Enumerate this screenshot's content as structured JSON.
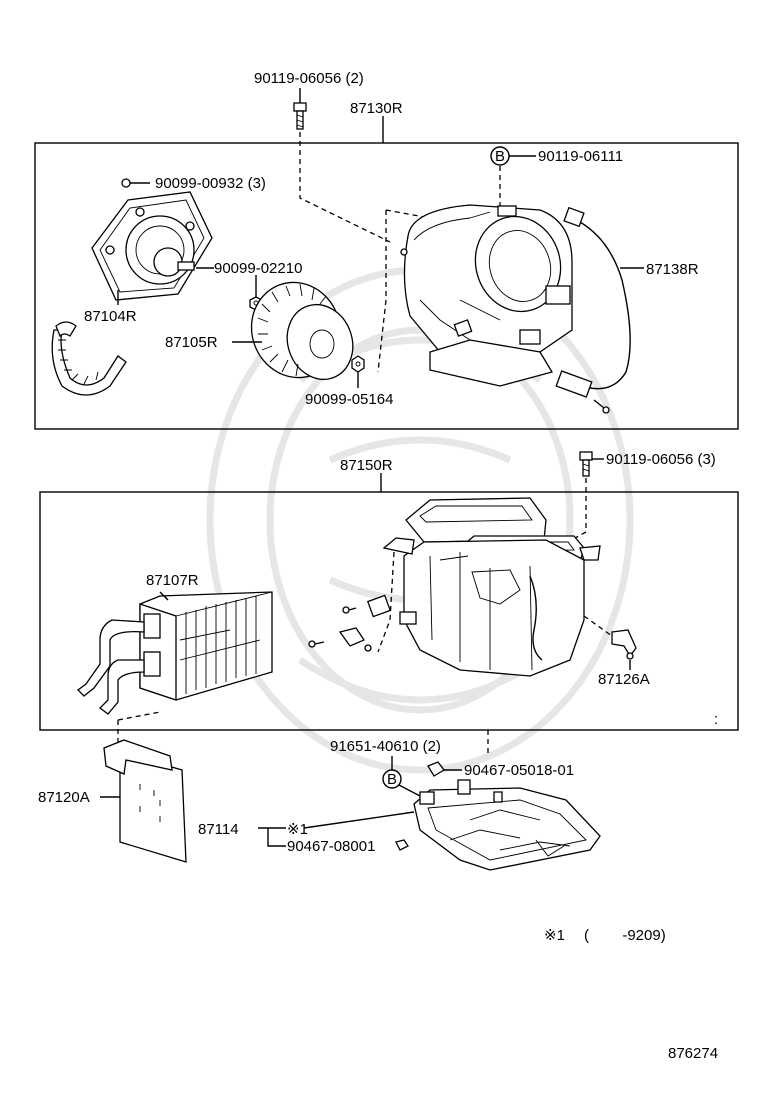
{
  "parts": {
    "bolt_top": "90119-06056 (2)",
    "blower_assy": "87130R",
    "screw_b": "90119-06111",
    "screw_motor": "90099-00932 (3)",
    "blower_motor": "87104R",
    "nut_fan": "90099-02210",
    "fan": "87105R",
    "nut_lower": "90099-05164",
    "wire_harness": "87138R",
    "unit_assy": "87150R",
    "bolt_unit": "90119-06056 (3)",
    "radiator": "87107R",
    "bracket": "87126A",
    "clip_2": "91651-40610 (2)",
    "clip_01": "90467-05018-01",
    "cover_plate": "87120A",
    "cover_lower": "87114",
    "note_ref": "※1",
    "clip_08001": "90467-08001",
    "b_marker": "B"
  },
  "footnote": {
    "marker": "※1",
    "range": "(        -9209)"
  },
  "diagram_number": "876274"
}
